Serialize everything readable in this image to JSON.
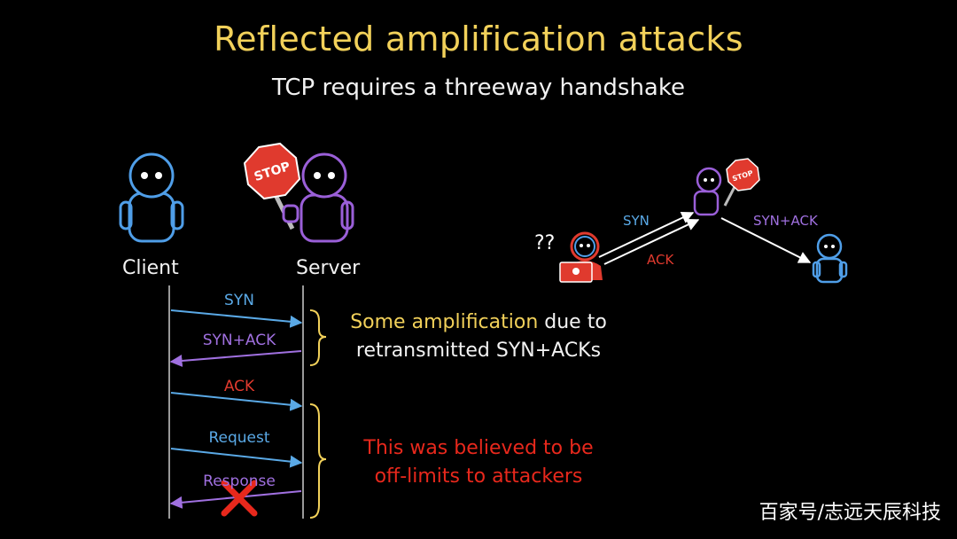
{
  "slide": {
    "title": "Reflected amplification attacks",
    "subtitle": "TCP requires a threeway handshake"
  },
  "left_diagram": {
    "client_label": "Client",
    "server_label": "Server",
    "stop_text": "STOP",
    "messages": [
      {
        "label": "SYN",
        "color": "#5aa9e6"
      },
      {
        "label": "SYN+ACK",
        "color": "#a070e0"
      },
      {
        "label": "ACK",
        "color": "#e03a2e"
      },
      {
        "label": "Request",
        "color": "#5aa9e6"
      },
      {
        "label": "Response",
        "color": "#a070e0"
      }
    ],
    "note1": {
      "highlight": "Some amplification",
      "rest": " due to",
      "line2": "retransmitted SYN+ACKs"
    },
    "note2": {
      "line1": "This was believed to be",
      "line2": "off-limits to attackers"
    }
  },
  "right_diagram": {
    "question_marks": "??",
    "syn_label": "SYN",
    "ack_label": "ACK",
    "synack_label": "SYN+ACK",
    "stop_text": "STOP"
  },
  "colors": {
    "client_blue": "#4f9ee8",
    "server_purple": "#9a5fd8",
    "attack_red": "#e03a2e",
    "title_yellow": "#f2d15a"
  },
  "watermark": "百家号/志远天辰科技"
}
